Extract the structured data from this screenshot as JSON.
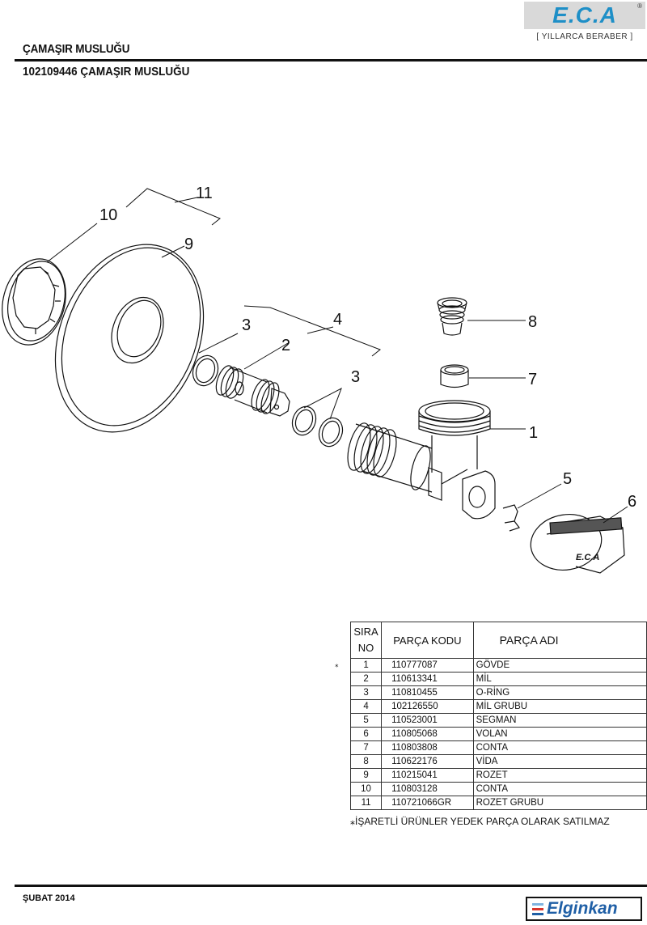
{
  "header": {
    "title": "ÇAMAŞIR MUSLUĞU",
    "subtitle": "102109446 ÇAMAŞIR MUSLUĞU",
    "brand_logo": "E.C.A",
    "brand_registered": "®",
    "brand_slogan": "[ YILLARCA BERABER ]",
    "brand_color": "#1e8fc7"
  },
  "diagram": {
    "callouts": [
      "1",
      "2",
      "3",
      "3",
      "4",
      "5",
      "6",
      "7",
      "8",
      "9",
      "10",
      "11"
    ],
    "handle_logo": "E.C.A"
  },
  "table": {
    "headers": {
      "sira": "SIRA",
      "no": "NO",
      "kodu": "PARÇA KODU",
      "adi": "PARÇA ADI"
    },
    "rows": [
      {
        "no": "1",
        "code": "110777087",
        "name": "GÖVDE",
        "starred": true
      },
      {
        "no": "2",
        "code": "110613341",
        "name": "MİL",
        "starred": false
      },
      {
        "no": "3",
        "code": "110810455",
        "name": "O-RİNG",
        "starred": false
      },
      {
        "no": "4",
        "code": "102126550",
        "name": "MİL GRUBU",
        "starred": false
      },
      {
        "no": "5",
        "code": "110523001",
        "name": "SEGMAN",
        "starred": false
      },
      {
        "no": "6",
        "code": "110805068",
        "name": "VOLAN",
        "starred": false
      },
      {
        "no": "7",
        "code": "110803808",
        "name": "CONTA",
        "starred": false
      },
      {
        "no": "8",
        "code": "110622176",
        "name": "VİDA",
        "starred": false
      },
      {
        "no": "9",
        "code": "110215041",
        "name": "ROZET",
        "starred": false
      },
      {
        "no": "10",
        "code": "110803128",
        "name": "CONTA",
        "starred": false
      },
      {
        "no": "11",
        "code": "110721066GR",
        "name": "ROZET GRUBU",
        "starred": false
      }
    ],
    "star_symbol": "⁎",
    "note": "⁎İŞARETLİ ÜRÜNLER YEDEK PARÇA OLARAK SATILMAZ"
  },
  "footer": {
    "date": "ŞUBAT 2014",
    "dealer_logo": "Elginkan",
    "dealer_color": "#1f5fa6",
    "dealer_bar_colors": [
      "#7fb4e0",
      "#d9342b",
      "#1f5fa6"
    ]
  }
}
